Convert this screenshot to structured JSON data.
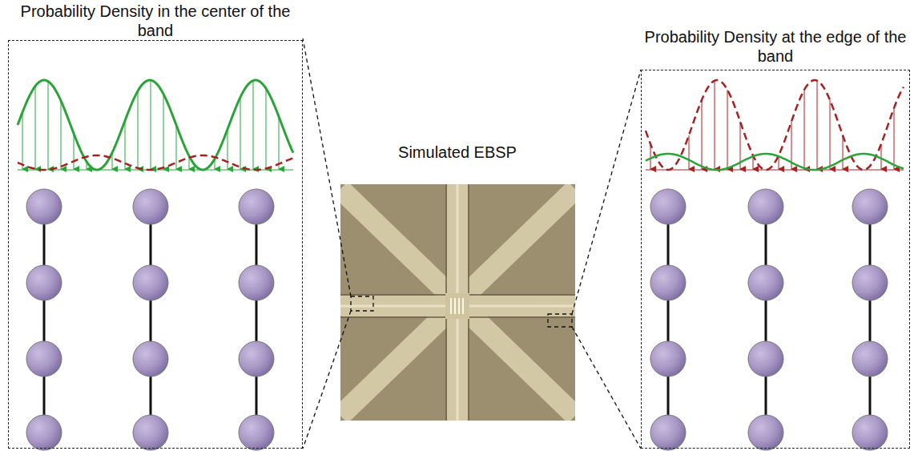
{
  "diagram": {
    "nodes": [
      {
        "text": [
          "Probability Density in the center of the band"
        ]
      },
      {
        "text": [
          "Probability Density at the edge of the band"
        ]
      }
    ],
    "labels": [
      "Simulated EBSP"
    ]
  }
}
